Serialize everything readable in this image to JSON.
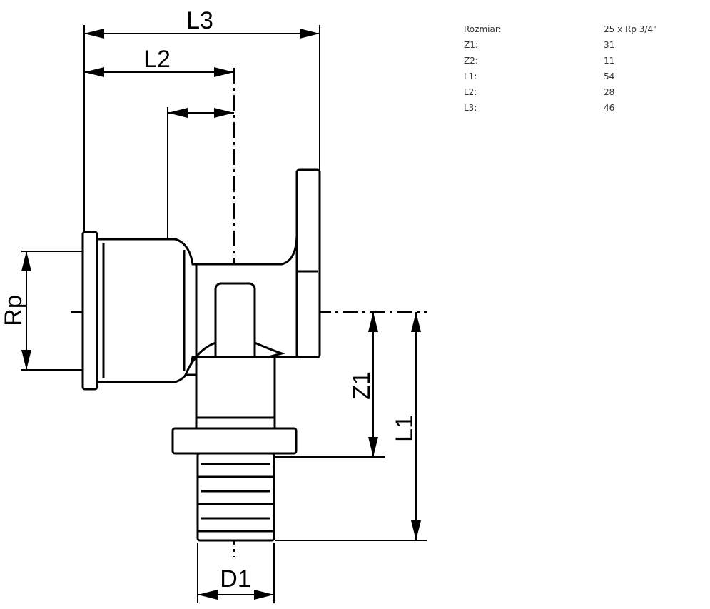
{
  "diagram": {
    "labels": {
      "L3": "L3",
      "L2": "L2",
      "Rp": "Rp",
      "Z1": "Z1",
      "L1": "L1",
      "D1": "D1"
    }
  },
  "specs": [
    {
      "key": "Rozmiar:",
      "value": "25 x Rp 3/4\""
    },
    {
      "key": "Z1:",
      "value": "31"
    },
    {
      "key": "Z2:",
      "value": "11"
    },
    {
      "key": "L1:",
      "value": "54"
    },
    {
      "key": "L2:",
      "value": "28"
    },
    {
      "key": "L3:",
      "value": "46"
    }
  ]
}
